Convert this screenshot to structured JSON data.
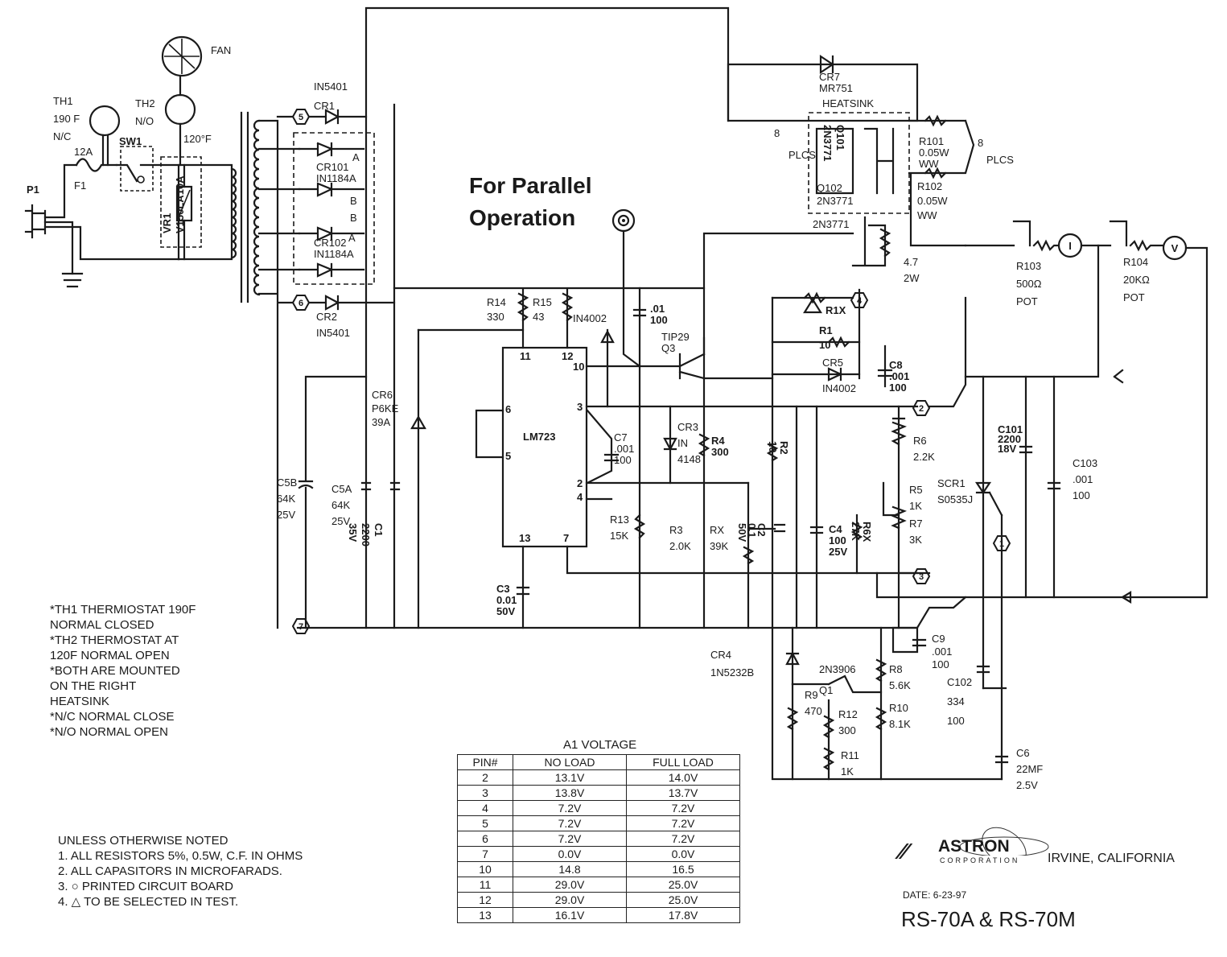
{
  "callout": {
    "line1": "For Parallel",
    "line2": "Operation"
  },
  "components": {
    "th1": [
      "TH1",
      "190 F",
      "N/C"
    ],
    "th2": [
      "TH2",
      "N/O"
    ],
    "th2_temp": "120°F",
    "fan": "FAN",
    "fuse": [
      "12A",
      "F1"
    ],
    "plug": "P1",
    "sw1": "SW1",
    "vr1": [
      "VR1",
      "V150LA10A"
    ],
    "cr1": [
      "IN5401",
      "CR1"
    ],
    "cr101": [
      "CR101",
      "IN1184A"
    ],
    "cr102": [
      "CR102",
      "IN1184A"
    ],
    "cr2": [
      "CR2",
      "IN5401"
    ],
    "cr6": [
      "CR6",
      "P6KE",
      "39A"
    ],
    "c5b": [
      "C5B",
      "64K",
      "25V"
    ],
    "c5a": [
      "C5A",
      "64K",
      "25V"
    ],
    "c1": [
      "C1",
      "2200",
      "35V"
    ],
    "r14": [
      "R14",
      "330"
    ],
    "r15": [
      "R15",
      "43"
    ],
    "in4002": "IN4002",
    "c_01": [
      ".01",
      "100"
    ],
    "ic": "LM723",
    "ic_pins": [
      "11",
      "12",
      "10",
      "3",
      "6",
      "5",
      "2",
      "4",
      "13",
      "7"
    ],
    "c7": [
      "C7",
      ".001",
      "100"
    ],
    "cr3": [
      "CR3",
      "IN",
      "4148"
    ],
    "r4": [
      "R4",
      "300"
    ],
    "tip29": [
      "TIP29",
      "Q3"
    ],
    "r13": [
      "R13",
      "15K"
    ],
    "r3": [
      "R3",
      "2.0K"
    ],
    "rx": [
      "RX",
      "39K"
    ],
    "c2": [
      "C2",
      "0.1",
      "50V"
    ],
    "c3": [
      "C3",
      "0.01",
      "50V"
    ],
    "cr7": [
      "CR7",
      "MR751"
    ],
    "heatsink": "HEATSINK",
    "plcs": [
      "8",
      "PLCS",
      "8",
      "PLCS"
    ],
    "q101": [
      "Q101",
      "2N3771"
    ],
    "q102": [
      "Q102",
      "2N3771"
    ],
    "r101": [
      "R101",
      "0.05W",
      "WW"
    ],
    "r102": [
      "R102",
      "0.05W",
      "WW"
    ],
    "q_pass": "2N3771",
    "r_47": [
      "4.7",
      "2W"
    ],
    "r1x": "R1X",
    "r1": [
      "R1",
      "10"
    ],
    "cr5": [
      "CR5",
      "IN4002"
    ],
    "c8": [
      "C8",
      ".001",
      "100"
    ],
    "r2": [
      "R2",
      "10"
    ],
    "c4": [
      "C4",
      "100",
      "25V"
    ],
    "r6x": [
      "R6X",
      "27K"
    ],
    "r6": [
      "R6",
      "2.2K"
    ],
    "r5": [
      "R5",
      "1K"
    ],
    "r7": [
      "R7",
      "3K"
    ],
    "c101": [
      "C101",
      "2200",
      "18V"
    ],
    "scr1": [
      "SCR1",
      "S0535J"
    ],
    "c103": [
      "C103",
      ".001",
      "100"
    ],
    "r103": [
      "R103",
      "500Ω",
      "POT"
    ],
    "r104": [
      "R104",
      "20KΩ",
      "POT"
    ],
    "c9": [
      "C9",
      ".001",
      "100"
    ],
    "c102": [
      "C102",
      "334",
      "100"
    ],
    "cr4": [
      "CR4",
      "1N5232B"
    ],
    "q1": [
      "2N3906",
      "Q1"
    ],
    "r8": [
      "R8",
      "5.6K"
    ],
    "r9": [
      "R9",
      "470"
    ],
    "r12": [
      "R12",
      "300"
    ],
    "r10": [
      "R10",
      "8.1K"
    ],
    "r11": [
      "R11",
      "1K"
    ],
    "c6": [
      "C6",
      "22MF",
      "2.5V"
    ],
    "meter_i": "I",
    "meter_v": "V",
    "nodes": [
      "5",
      "6",
      "4",
      "2",
      "3",
      "7",
      "1"
    ],
    "abab": [
      "A",
      "B",
      "B",
      "A"
    ]
  },
  "thermostat_notes": [
    "*TH1 THERMIOSTAT 190F",
    "NORMAL CLOSED",
    "*TH2 THERMOSTAT AT",
    "120F NORMAL OPEN",
    "*BOTH ARE MOUNTED",
    "ON THE RIGHT",
    "HEATSINK",
    "*N/C NORMAL CLOSE",
    "*N/O NORMAL OPEN"
  ],
  "general_notes": {
    "heading": "UNLESS OTHERWISE NOTED",
    "items": [
      "1.  ALL RESISTORS 5%, 0.5W, C.F. IN OHMS",
      "2.  ALL CAPASITORS IN MICROFARADS.",
      "3.  ○ PRINTED CIRCUIT BOARD",
      "4.  △ TO BE SELECTED IN TEST."
    ]
  },
  "voltage_table": {
    "title": "A1 VOLTAGE",
    "headers": [
      "PIN#",
      "NO LOAD",
      "FULL LOAD"
    ],
    "rows": [
      [
        "2",
        "13.1V",
        "14.0V"
      ],
      [
        "3",
        "13.8V",
        "13.7V"
      ],
      [
        "4",
        "7.2V",
        "7.2V"
      ],
      [
        "5",
        "7.2V",
        "7.2V"
      ],
      [
        "6",
        "7.2V",
        "7.2V"
      ],
      [
        "7",
        "0.0V",
        "0.0V"
      ],
      [
        "10",
        "14.8",
        "16.5"
      ],
      [
        "11",
        "29.0V",
        "25.0V"
      ],
      [
        "12",
        "29.0V",
        "25.0V"
      ],
      [
        "13",
        "16.1V",
        "17.8V"
      ]
    ]
  },
  "title_block": {
    "company": "ASTRON",
    "company_sub": "CORPORATION",
    "location": "IRVINE, CALIFORNIA",
    "date": "DATE:  6-23-97",
    "model": "RS-70A  &  RS-70M"
  }
}
